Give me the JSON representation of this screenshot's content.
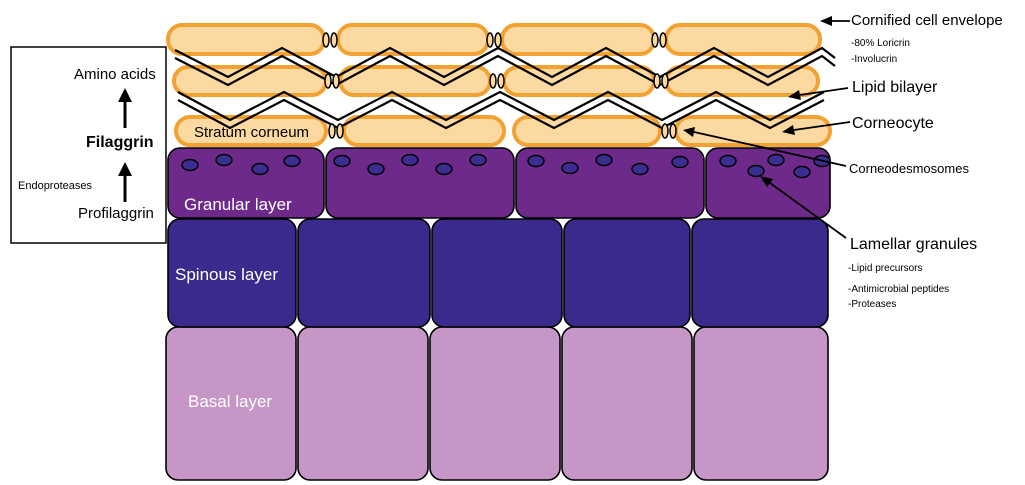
{
  "layers": {
    "stratum_corneum": "Stratum corneum",
    "granular": "Granular layer",
    "spinous": "Spinous layer",
    "basal": "Basal layer"
  },
  "filaggrin_box": {
    "amino_acids": "Amino acids",
    "filaggrin": "Filaggrin",
    "endoproteases": "Endoproteases",
    "profilaggrin": "Profilaggrin"
  },
  "annotations": {
    "cornified_envelope": "Cornified cell envelope",
    "loricrin": "-80% Loricrin",
    "involucrin": "-Involucrin",
    "lipid_bilayer": "Lipid bilayer",
    "corneocyte": "Corneocyte",
    "corneodesmosomes": "Corneodesmosomes",
    "lamellar_granules": "Lamellar granules",
    "lipid_precursors": "-Lipid precursors",
    "antimicrobial_peptides": "-Antimicrobial peptides",
    "proteases": "-Proteases"
  },
  "colors": {
    "corneocyte_fill": "#fcd9a0",
    "corneocyte_edge": "#f2a233",
    "granular_fill": "#6e2a8a",
    "granule_fill": "#3a2f90",
    "spinous_fill": "#3a2a8c",
    "basal_fill": "#c596c6",
    "outline": "#000000"
  }
}
